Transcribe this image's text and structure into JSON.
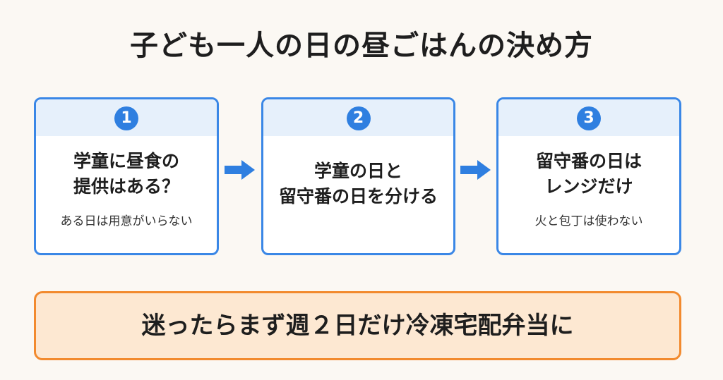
{
  "title": "子ども一人の日の昼ごはんの決め方",
  "steps": [
    {
      "number": "1",
      "title_lines": [
        "学童に昼食の",
        "提供はある？"
      ],
      "subtitle": "ある日は用意がいらない"
    },
    {
      "number": "2",
      "title_lines": [
        "学童の日と",
        "留守番の日を分ける"
      ],
      "subtitle": ""
    },
    {
      "number": "3",
      "title_lines": [
        "留守番の日は",
        "レンジだけ"
      ],
      "subtitle": "火と包丁は使わない"
    }
  ],
  "conclusion": "迷ったらまず週２日だけ冷凍宅配弁当に",
  "colors": {
    "card_border": "#3a87e6",
    "card_band": "#e6f0fb",
    "badge": "#2f7fe0",
    "arrow": "#2f7fe0",
    "banner_bg": "#fde8d2",
    "banner_border": "#f28a2e",
    "background": "#fbf8f3"
  }
}
